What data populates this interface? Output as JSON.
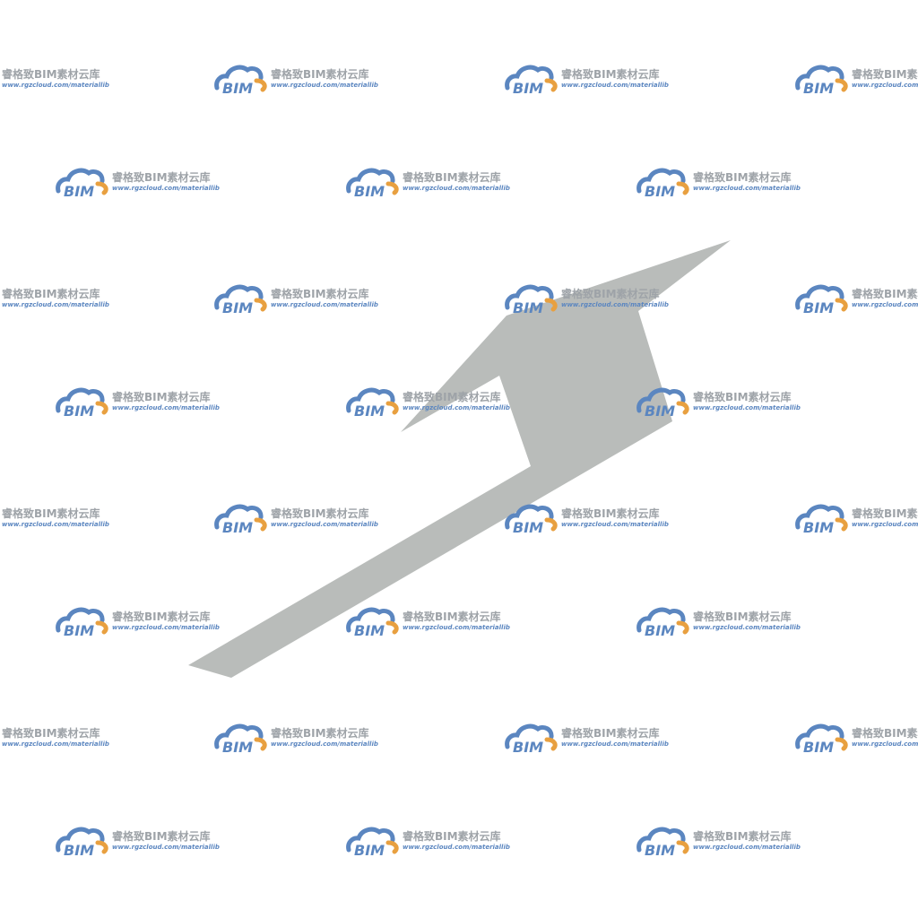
{
  "watermark": {
    "brand": "BIM",
    "name": "睿格致BIM素材云库",
    "url": "www.rgzcloud.com/materiallib",
    "colors": {
      "logo_blue": "#5b86c0",
      "logo_orange": "#e8a040",
      "name_text": "#9ea3a8",
      "url_text": "#5b86c0"
    }
  },
  "arrow": {
    "icon": "zigzag-up-arrow-icon",
    "fill": "#b9bcba"
  }
}
